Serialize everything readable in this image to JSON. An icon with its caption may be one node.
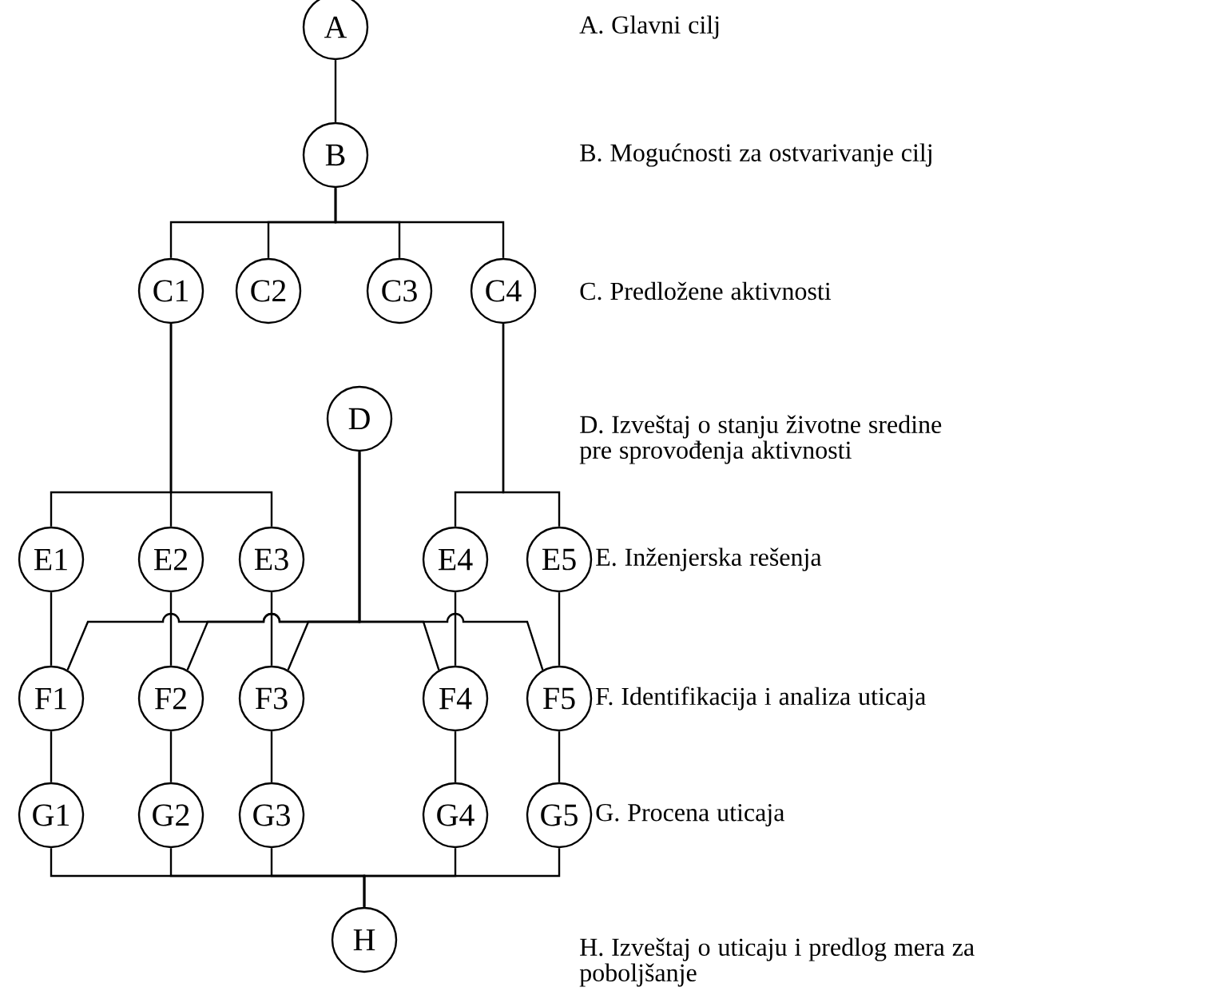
{
  "diagram": {
    "nodes": [
      {
        "text": [
          "A"
        ]
      },
      {
        "text": [
          "B"
        ]
      },
      {
        "text": [
          "C1"
        ]
      },
      {
        "text": [
          "C2"
        ]
      },
      {
        "text": [
          "C3"
        ]
      },
      {
        "text": [
          "C4"
        ]
      },
      {
        "text": [
          "D"
        ]
      },
      {
        "text": [
          "E1"
        ]
      },
      {
        "text": [
          "E2"
        ]
      },
      {
        "text": [
          "E3"
        ]
      },
      {
        "text": [
          "E4"
        ]
      },
      {
        "text": [
          "E5"
        ]
      },
      {
        "text": [
          "F1"
        ]
      },
      {
        "text": [
          "F2"
        ]
      },
      {
        "text": [
          "F3"
        ]
      },
      {
        "text": [
          "F4"
        ]
      },
      {
        "text": [
          "F5"
        ]
      },
      {
        "text": [
          "G1"
        ]
      },
      {
        "text": [
          "G2"
        ]
      },
      {
        "text": [
          "G3"
        ]
      },
      {
        "text": [
          "G4"
        ]
      },
      {
        "text": [
          "G5"
        ]
      },
      {
        "text": [
          "H"
        ]
      }
    ],
    "edges": [
      {
        "from": 0,
        "to": 1,
        "arrow": "none"
      },
      {
        "from": 1,
        "to": 2,
        "arrow": "none"
      },
      {
        "from": 1,
        "to": 3,
        "arrow": "none"
      },
      {
        "from": 1,
        "to": 4,
        "arrow": "none"
      },
      {
        "from": 1,
        "to": 5,
        "arrow": "none"
      },
      {
        "from": 2,
        "to": 7,
        "arrow": "none"
      },
      {
        "from": 2,
        "to": 8,
        "arrow": "none"
      },
      {
        "from": 2,
        "to": 9,
        "arrow": "none"
      },
      {
        "from": 5,
        "to": 10,
        "arrow": "none"
      },
      {
        "from": 5,
        "to": 11,
        "arrow": "none"
      },
      {
        "from": 6,
        "to": 12,
        "arrow": "none"
      },
      {
        "from": 6,
        "to": 13,
        "arrow": "none"
      },
      {
        "from": 6,
        "to": 14,
        "arrow": "none"
      },
      {
        "from": 6,
        "to": 15,
        "arrow": "none"
      },
      {
        "from": 6,
        "to": 16,
        "arrow": "none"
      },
      {
        "from": 7,
        "to": 12,
        "arrow": "none"
      },
      {
        "from": 8,
        "to": 13,
        "arrow": "none"
      },
      {
        "from": 9,
        "to": 14,
        "arrow": "none"
      },
      {
        "from": 10,
        "to": 15,
        "arrow": "none"
      },
      {
        "from": 11,
        "to": 16,
        "arrow": "none"
      },
      {
        "from": 12,
        "to": 17,
        "arrow": "none"
      },
      {
        "from": 13,
        "to": 18,
        "arrow": "none"
      },
      {
        "from": 14,
        "to": 19,
        "arrow": "none"
      },
      {
        "from": 15,
        "to": 20,
        "arrow": "none"
      },
      {
        "from": 16,
        "to": 21,
        "arrow": "none"
      },
      {
        "from": 17,
        "to": 22,
        "arrow": "none"
      },
      {
        "from": 18,
        "to": 22,
        "arrow": "none"
      },
      {
        "from": 19,
        "to": 22,
        "arrow": "none"
      },
      {
        "from": 20,
        "to": 22,
        "arrow": "none"
      },
      {
        "from": 21,
        "to": 22,
        "arrow": "none"
      }
    ],
    "labels": [
      "A. Glavni cilj",
      "B. Mogućnosti za ostvarivanje cilj",
      "C. Predložene aktivnosti",
      "D. Izveštaj o stanju životne sredine pre sprovođenja aktivnosti",
      "E. Inženjerska rešenja",
      "F. Identifikacija i analiza uticaja",
      "G. Procena uticaja",
      "H. Izveštaj o uticaju i predlog mera za poboljšanje"
    ]
  }
}
